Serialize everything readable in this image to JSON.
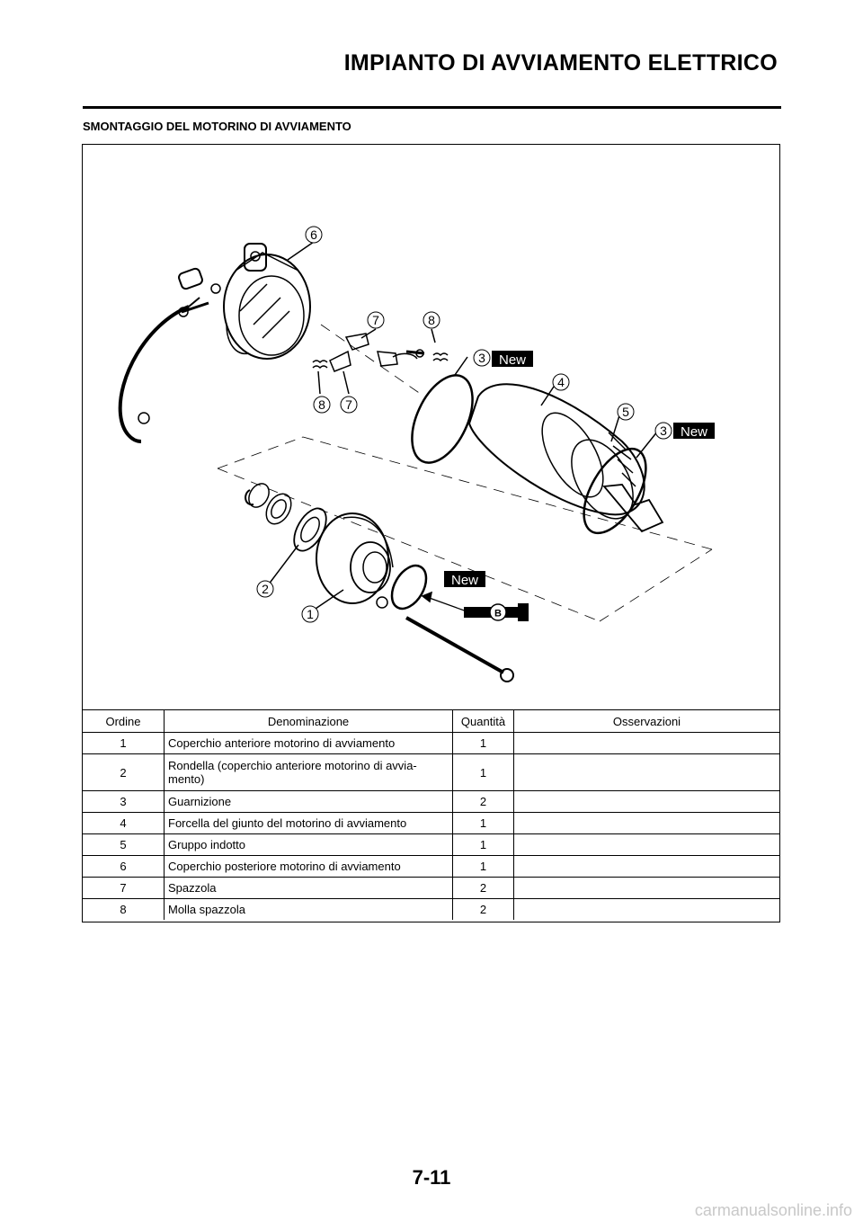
{
  "header": {
    "title": "IMPIANTO DI AVVIAMENTO ELETTRICO"
  },
  "section": {
    "title": "SMONTAGGIO DEL MOTORINO DI AVVIAMENTO"
  },
  "diagram": {
    "callouts": [
      "6",
      "7",
      "8",
      "8",
      "7",
      "3",
      "4",
      "5",
      "3",
      "2",
      "1"
    ],
    "new_tags": [
      "New",
      "New",
      "New"
    ],
    "b_tag": "B"
  },
  "table": {
    "headers": [
      "Ordine",
      "Denominazione",
      "Quantità",
      "Osservazioni"
    ],
    "rows": [
      {
        "ord": "1",
        "name": "Coperchio anteriore motorino di avviamento",
        "qty": "1",
        "obs": ""
      },
      {
        "ord": "2",
        "name": "Rondella (coperchio anteriore motorino di avvia-mento)",
        "qty": "1",
        "obs": ""
      },
      {
        "ord": "3",
        "name": "Guarnizione",
        "qty": "2",
        "obs": ""
      },
      {
        "ord": "4",
        "name": "Forcella del giunto del motorino di avviamento",
        "qty": "1",
        "obs": ""
      },
      {
        "ord": "5",
        "name": "Gruppo indotto",
        "qty": "1",
        "obs": ""
      },
      {
        "ord": "6",
        "name": "Coperchio posteriore motorino di avviamento",
        "qty": "1",
        "obs": ""
      },
      {
        "ord": "7",
        "name": "Spazzola",
        "qty": "2",
        "obs": ""
      },
      {
        "ord": "8",
        "name": "Molla spazzola",
        "qty": "2",
        "obs": ""
      }
    ]
  },
  "footer": {
    "page_number": "7-11",
    "watermark": "carmanualsonline.info"
  }
}
